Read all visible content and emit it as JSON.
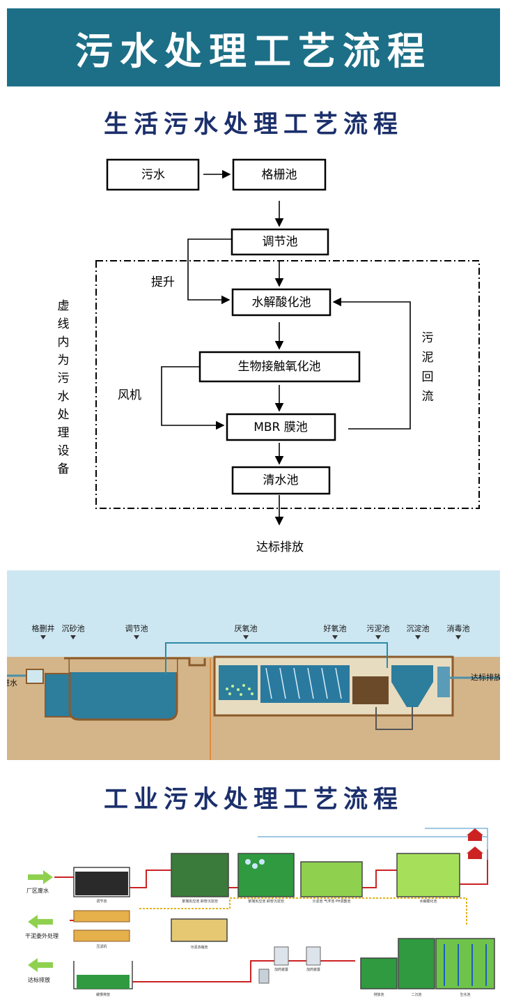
{
  "header": {
    "title": "污水处理工艺流程"
  },
  "domestic": {
    "title": "生活污水处理工艺流程",
    "nodes": {
      "sewage": "污水",
      "grid": "格栅池",
      "regulating": "调节池",
      "hydrolysis": "水解酸化池",
      "bio_oxidation": "生物接触氧化池",
      "mbr": "MBR 膜池",
      "clear": "清水池"
    },
    "labels": {
      "lift": "提升",
      "blower": "风机",
      "sludge_return": "污泥回流",
      "dashed_note": "虚线内为污水处理设备",
      "discharge": "达标排放"
    }
  },
  "plant": {
    "stages": [
      "格删井",
      "沉砂池",
      "调节池",
      "厌氧池",
      "好氧池",
      "污泥池",
      "沉淀池",
      "消毒池"
    ],
    "inlet": "进水",
    "outlet": "达标排放"
  },
  "industrial": {
    "title": "工业污水处理工艺流程",
    "left_labels": [
      "厂区废水",
      "干泥委外处理",
      "达标排放"
    ],
    "tank_labels": [
      "调节池",
      "絮凝反应池 斜管沉淀池",
      "絮凝反应池 斜管沉淀池",
      "沙滤池 气浮池 PH调整池",
      "水解酸化池",
      "污泥浓缩池",
      "压滤机",
      "缓慢排放",
      "加药装置",
      "二沉池",
      "生化池",
      "排放池",
      "加药装置"
    ]
  },
  "colors": {
    "banner": "#1c6f87",
    "title_navy": "#1b2f6b",
    "sky": "#cde7f2",
    "ground": "#d4b58a",
    "water": "#2d7d9c",
    "pipe": "#cc2222",
    "green_tank": "#8fd14f"
  }
}
